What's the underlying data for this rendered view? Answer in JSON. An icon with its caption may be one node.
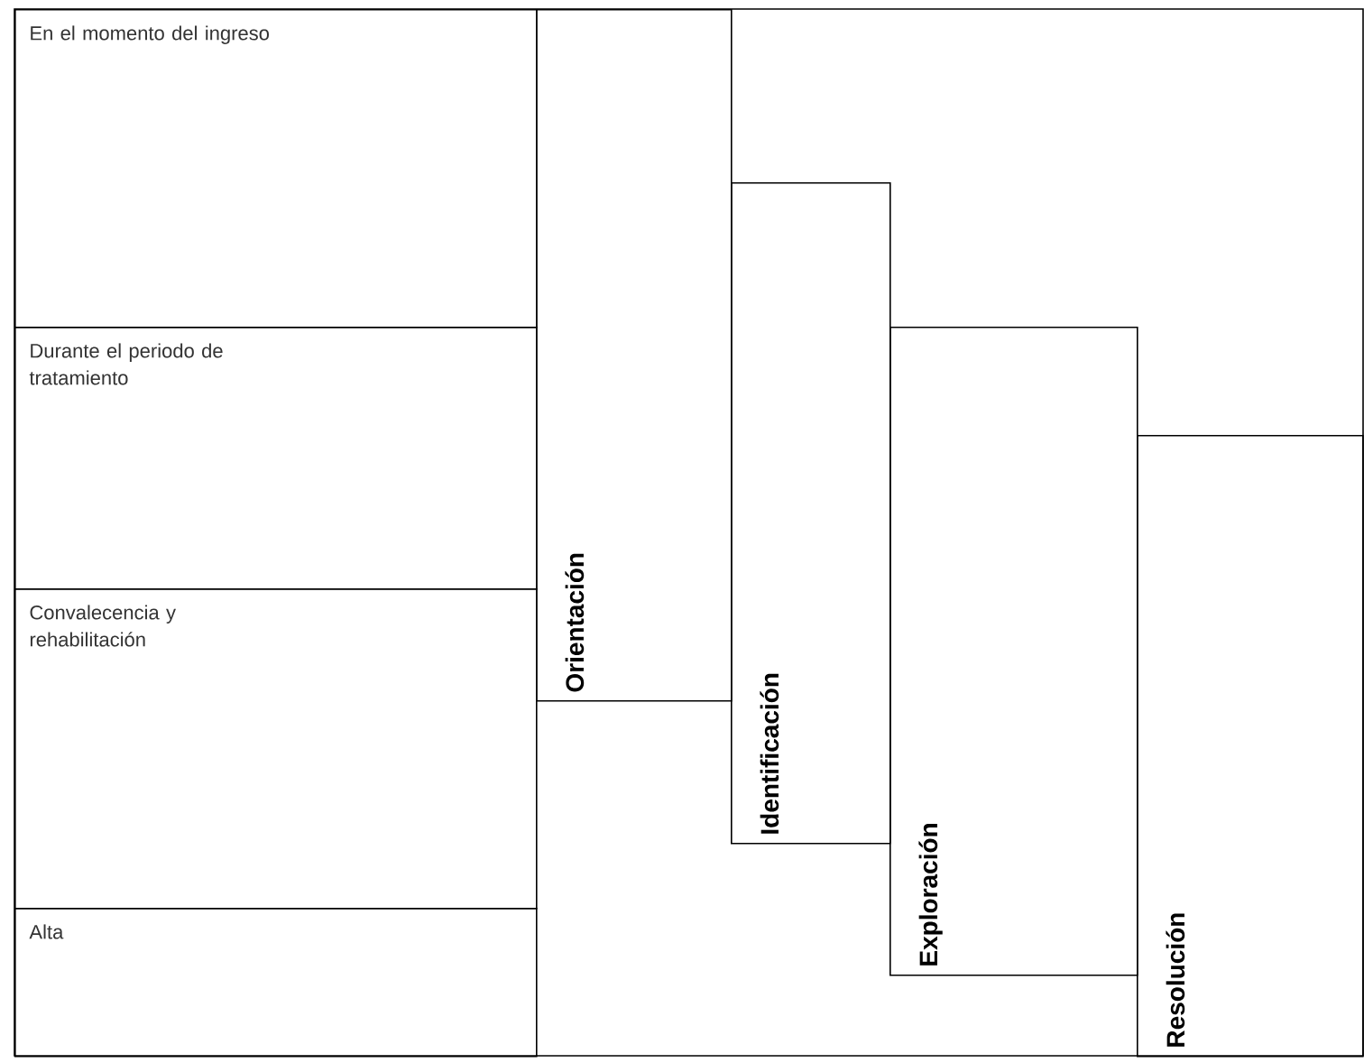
{
  "diagram": {
    "nodes": [
      {
        "text": [
          "En el momento del ingreso"
        ]
      },
      {
        "text": [
          "Durante el periodo de tratamiento"
        ]
      },
      {
        "text": [
          "Convalecencia y rehabilitación"
        ]
      },
      {
        "text": [
          "Alta"
        ]
      },
      {
        "text": [
          "Orientación"
        ]
      },
      {
        "text": [
          "Identificación"
        ]
      },
      {
        "text": [
          "Exploración"
        ]
      },
      {
        "text": [
          "Resolución"
        ]
      }
    ]
  }
}
